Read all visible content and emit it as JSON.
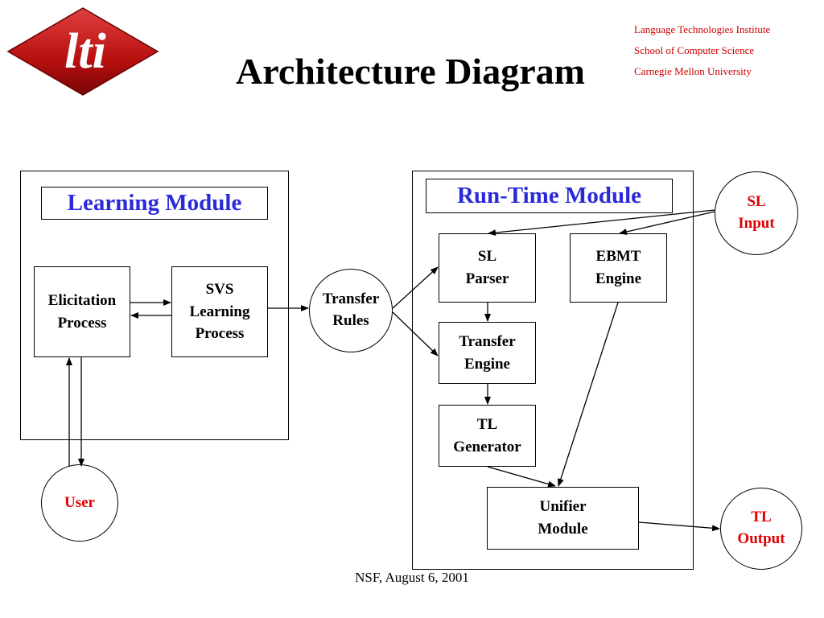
{
  "slide": {
    "title": "Architecture Diagram",
    "institution": [
      "Language Technologies Institute",
      "School of Computer Science",
      "Carnegie Mellon University"
    ],
    "footer": "NSF, August 6, 2001",
    "logo_text": "lti",
    "logo_color": "#cc1a1a"
  },
  "learning_module": {
    "title": "Learning Module",
    "elicitation": [
      "Elicitation",
      "Process"
    ],
    "svs": [
      "SVS",
      "Learning",
      "Process"
    ]
  },
  "transfer_rules": [
    "Transfer",
    "Rules"
  ],
  "runtime_module": {
    "title": "Run-Time Module",
    "sl_parser": [
      "SL",
      "Parser"
    ],
    "ebmt_engine": [
      "EBMT",
      "Engine"
    ],
    "transfer_engine": [
      "Transfer",
      "Engine"
    ],
    "tl_generator": [
      "TL",
      "Generator"
    ],
    "unifier": [
      "Unifier",
      "Module"
    ]
  },
  "external": {
    "sl_input": [
      "SL",
      "Input"
    ],
    "user": "User",
    "tl_output": [
      "TL",
      "Output"
    ]
  },
  "colors": {
    "module_title": "#2a2ad8",
    "external_label": "#e00000",
    "institution": "#cc0000"
  }
}
